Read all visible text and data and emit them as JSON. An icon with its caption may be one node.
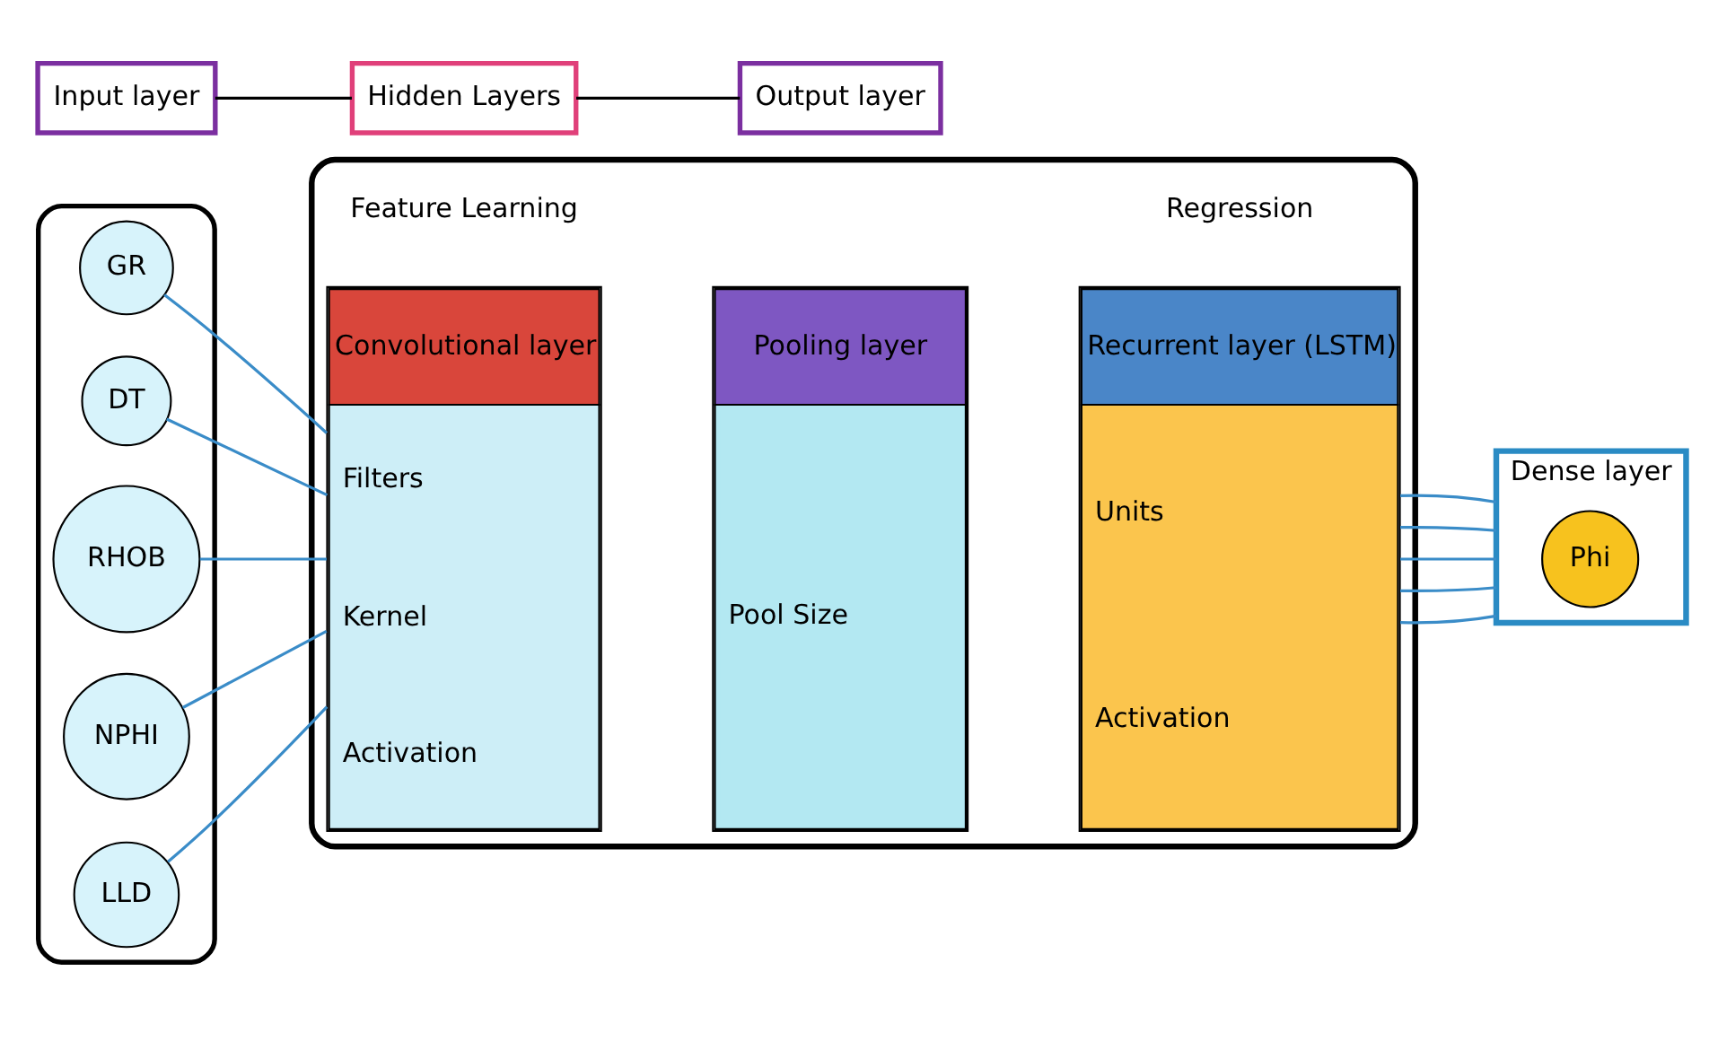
{
  "diagram": {
    "nodes": [
      {
        "text": [
          "Input layer"
        ]
      },
      {
        "text": [
          "Hidden Layers"
        ]
      },
      {
        "text": [
          "Output layer"
        ]
      },
      {
        "text": [],
        "shape": "box"
      },
      {
        "text": [
          "GR"
        ],
        "in": 3
      },
      {
        "text": [
          "DT"
        ],
        "in": 3
      },
      {
        "text": [
          "RHOB"
        ],
        "in": 3
      },
      {
        "text": [
          "NPHI"
        ],
        "in": 3
      },
      {
        "text": [
          "LLD"
        ],
        "in": 3
      },
      {
        "text": [],
        "shape": "box"
      },
      {
        "text": [
          "Convolutional layer",
          "Filters",
          "Kernel",
          "Activation"
        ],
        "in": 9
      },
      {
        "text": [
          "Pooling layer",
          "Pool Size"
        ],
        "in": 9
      },
      {
        "text": [
          "Recurrent layer (LSTM)",
          "Units",
          "Activation"
        ],
        "in": 9
      },
      {
        "text": [
          "Dense layer"
        ]
      },
      {
        "text": [
          "Phi"
        ],
        "in": 13
      }
    ],
    "edges": [
      {
        "from": 0,
        "to": 1,
        "arrow": "none",
        "color": "#000000"
      },
      {
        "from": 1,
        "to": 2,
        "arrow": "none",
        "color": "#000000"
      },
      {
        "from": 4,
        "to": 10,
        "arrow": "none"
      },
      {
        "from": 5,
        "to": 10,
        "arrow": "none"
      },
      {
        "from": 6,
        "to": 10,
        "arrow": "none"
      },
      {
        "from": 7,
        "to": 10,
        "arrow": "none"
      },
      {
        "from": 8,
        "to": 10,
        "arrow": "none"
      },
      {
        "from": 12,
        "to": 13,
        "arrow": "none"
      },
      {
        "from": 12,
        "to": 13,
        "arrow": "none"
      },
      {
        "from": 12,
        "to": 13,
        "arrow": "none"
      },
      {
        "from": 12,
        "to": 13,
        "arrow": "none"
      },
      {
        "from": 12,
        "to": 13,
        "arrow": "none"
      }
    ],
    "labels": [
      "Feature Learning",
      "Regression"
    ]
  }
}
